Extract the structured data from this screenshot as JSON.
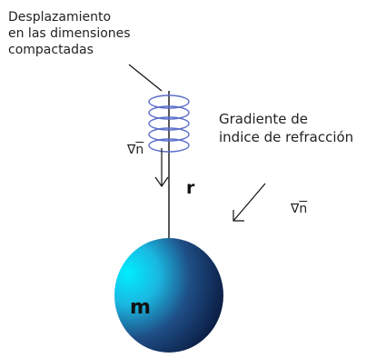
{
  "diagram": {
    "label_compact": [
      "Desplazamiento",
      "en las dimensiones",
      "compactadas"
    ],
    "label_gradient": [
      "Gradiente de",
      "indice de refracción"
    ],
    "nabla": "∇",
    "n": "n",
    "r": "r",
    "m": "m",
    "colors": {
      "spring": "#5b6ec9",
      "sphere_light": "#00e5ff",
      "sphere_dark": "#0a1a40",
      "line": "#111111"
    }
  }
}
